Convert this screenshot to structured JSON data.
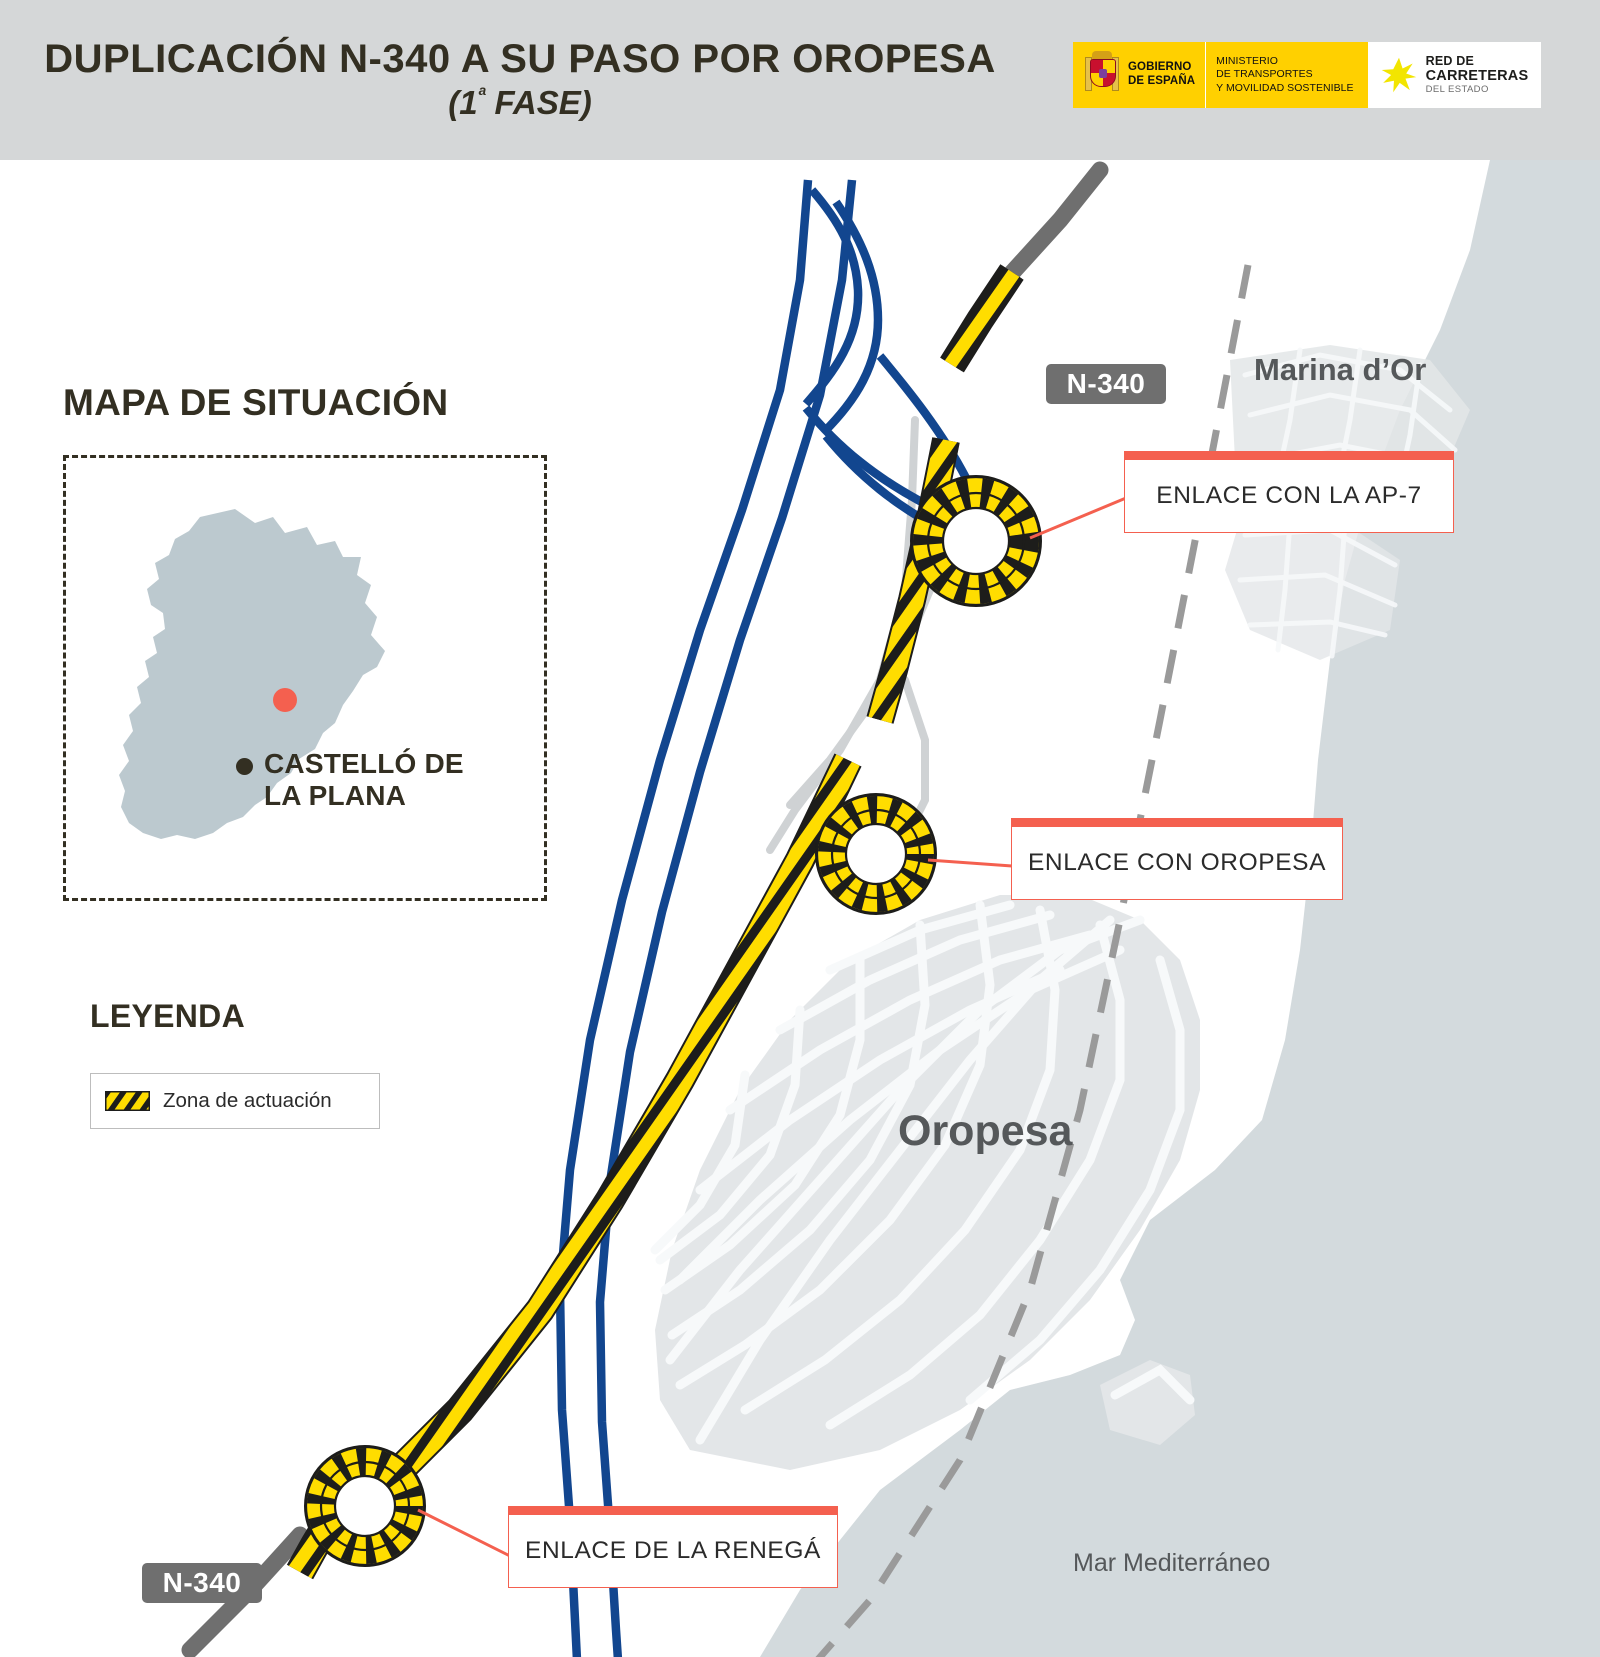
{
  "header": {
    "title": "DUPLICACIÓN N-340 A SU PASO POR OROPESA",
    "subtitle_open": "(",
    "subtitle_num": "1",
    "subtitle_ord": "ª",
    "subtitle_rest": " FASE)",
    "background": "#d5d7d8",
    "text_color": "#332f22"
  },
  "logos": {
    "government": {
      "line1": "GOBIERNO",
      "line2": "DE ESPAÑA",
      "background": "#ffd000"
    },
    "ministry": {
      "line1": "MINISTERIO",
      "line2": "DE TRANSPORTES",
      "line3": "Y MOVILIDAD SOSTENIBLE",
      "background": "#ffd000"
    },
    "roads_network": {
      "line1": "RED DE",
      "line2": "CARRETERAS",
      "line3": "DEL ESTADO",
      "icon": "star-icon",
      "icon_color": "#f2e500",
      "background": "#ffffff"
    }
  },
  "situation_map": {
    "title": "MAPA DE SITUACIÓN",
    "province_shape": "castellon-province",
    "province_color": "#bcc9cf",
    "marker_color": "#f4604f",
    "city_label_line1": "CASTELLÓ DE",
    "city_label_line2": "LA PLANA"
  },
  "legend": {
    "title": "LEYENDA",
    "items": [
      {
        "label": "Zona de actuación",
        "swatch": "yellow-black-hatch",
        "swatch_color": "#ffdd00",
        "hatch_color": "#1d1d1b"
      }
    ]
  },
  "callouts": [
    {
      "id": "ap7",
      "label": "ENLACE CON LA AP-7",
      "accent": "#f4604f"
    },
    {
      "id": "oropesa",
      "label": "ENLACE CON OROPESA",
      "accent": "#f4604f"
    },
    {
      "id": "renega",
      "label": "ENLACE DE LA RENEGÁ",
      "accent": "#f4604f"
    }
  ],
  "road_shields": [
    {
      "id": "top",
      "label": "N-340",
      "color": "#6f6f6f"
    },
    {
      "id": "bottom",
      "label": "N-340",
      "color": "#6f6f6f"
    }
  ],
  "map_labels": {
    "marina_dor": "Marina d’Or",
    "oropesa": "Oropesa",
    "sea": "Mar Mediterráneo"
  },
  "map_colors": {
    "sea": "#d3dadd",
    "land": "#ffffff",
    "urban": "#e3e6e8",
    "streets": "#f5f7f8",
    "motorway_ap7": "#12468f",
    "n340": "#6f6f6f",
    "works_yellow": "#ffdd00",
    "works_hatch": "#1d1d1b",
    "railway": "#9a9a9a"
  }
}
